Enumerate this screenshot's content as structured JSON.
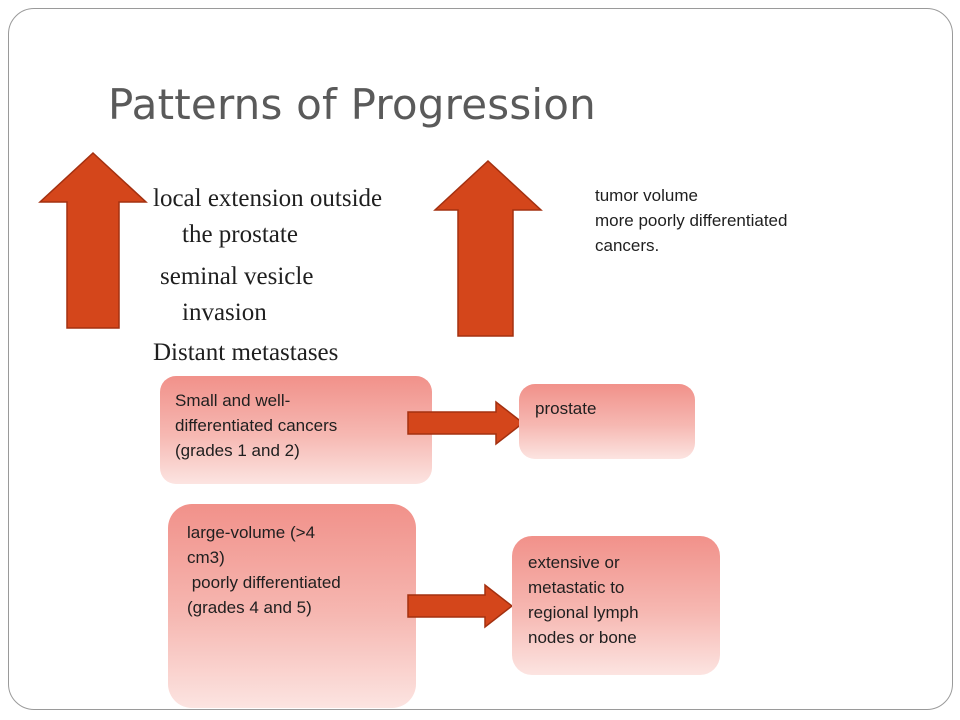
{
  "title": "Patterns of Progression",
  "left_list": {
    "item1_line1": "local extension outside",
    "item1_line2": "the prostate",
    "item2_line1": "seminal vesicle",
    "item2_line2": "invasion",
    "item3": "Distant metastases"
  },
  "right_list": {
    "line1": "tumor volume",
    "line2": "more poorly differentiated",
    "line3": "cancers."
  },
  "flow": {
    "row1_source_lines": [
      "Small and well-",
      "differentiated cancers",
      "(grades 1 and 2)"
    ],
    "row1_target": "prostate",
    "row2_source_lines": [
      "large-volume (>4",
      "cm3)",
      " poorly differentiated",
      "(grades 4 and 5)"
    ],
    "row2_target_lines": [
      "extensive or",
      "metastatic to",
      "regional lymph",
      "nodes or bone"
    ]
  },
  "colors": {
    "arrow": "#d4461b",
    "arrow_edge": "#a33010",
    "box_top": "#f1918a",
    "box_bottom": "#fce4e1"
  },
  "icons": [
    "up-arrow-icon",
    "right-arrow-icon"
  ]
}
